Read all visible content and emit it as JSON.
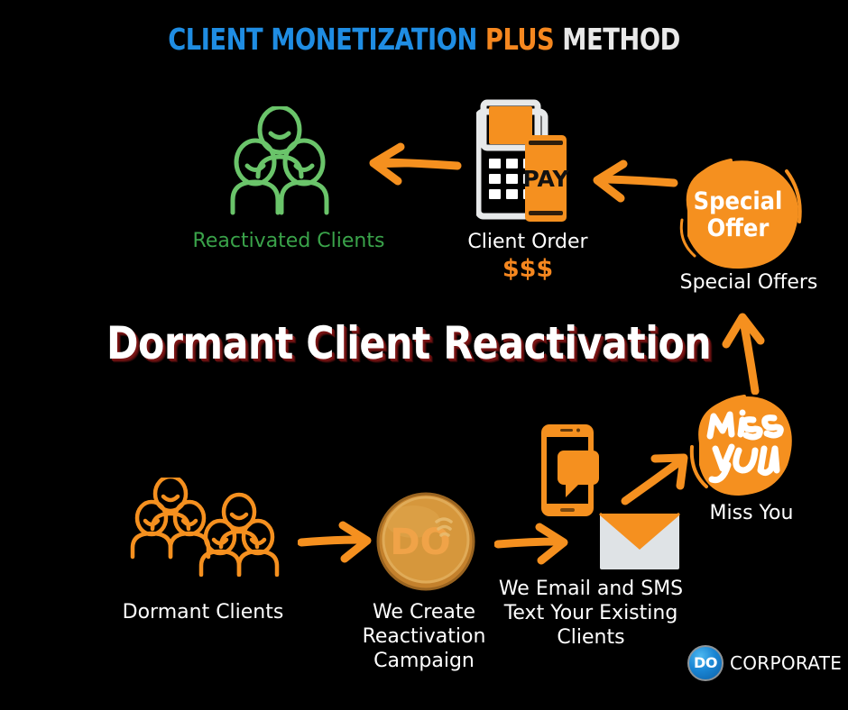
{
  "title": {
    "part1": "CLIENT MONETIZATION ",
    "part2": "PLUS",
    "part3": " METHOD"
  },
  "headline": "Dormant Client Reactivation",
  "top_flow": {
    "reactivated_clients": {
      "label": "Reactivated Clients",
      "icon": "three-people-icon",
      "color": "#6ac46a"
    },
    "arrow_left_1": "arrow-left-icon",
    "client_order": {
      "label": "Client Order",
      "amount": "$$$",
      "icon": "pos-terminal-pay-icon",
      "pay_text": "PAY"
    },
    "arrow_left_2": "arrow-left-icon",
    "special_offers": {
      "label": "Special Offers",
      "badge_line1": "Special",
      "badge_line2": "Offer",
      "icon": "brush-circle-badge-icon",
      "color": "#f5901f"
    }
  },
  "vertical_arrow": "arrow-up-icon",
  "bottom_flow": {
    "dormant_clients": {
      "label": "Dormant Clients",
      "icon": "six-people-icon",
      "color": "#f5901f"
    },
    "arrow_right_1": "arrow-right-icon",
    "campaign": {
      "label": "We Create\nReactivation\nCampaign",
      "icon": "do-coin-icon",
      "coin_text": "DO"
    },
    "arrow_right_2": "arrow-right-icon",
    "email_sms": {
      "label": "We Email and SMS\nText Your Existing\nClients",
      "phone_icon": "phone-message-icon",
      "envelope_icon": "envelope-icon"
    },
    "arrow_diagonal": "arrow-up-right-icon",
    "miss_you": {
      "label": "Miss You",
      "badge_line1": "Miss",
      "badge_line2": "you",
      "icon": "brush-circle-badge-icon"
    }
  },
  "logo": {
    "badge_text": "DO",
    "word": "CORPORATE"
  },
  "colors": {
    "background": "#000000",
    "orange": "#f5901f",
    "blue": "#1f8de3",
    "green": "#6ac46a",
    "green_text": "#3aa34a",
    "white": "#ffffff"
  }
}
